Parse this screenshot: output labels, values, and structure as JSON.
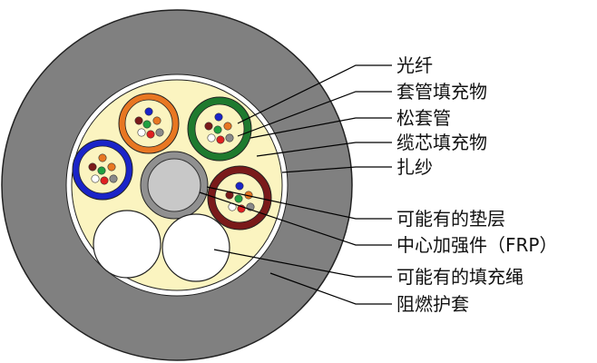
{
  "diagram": {
    "labels": {
      "fiber": "光纤",
      "tube_filling": "套管填充物",
      "loose_tube": "松套管",
      "core_filling": "缆芯填充物",
      "binder_yarn": "扎纱",
      "possible_bedding": "可能有的垫层",
      "central_member": "中心加强件（FRP）",
      "possible_filler_rope": "可能有的填充绳",
      "flame_retardant_sheath": "阻燃护套"
    },
    "colors": {
      "sheath": "#808080",
      "core_filling": "#fbf4c0",
      "tube_orange": "#e87722",
      "tube_green": "#1e7a2e",
      "tube_blue": "#1a24c8",
      "tube_brown": "#7a1a1a",
      "central_member": "#c8c8c8",
      "bedding": "#909090"
    }
  }
}
